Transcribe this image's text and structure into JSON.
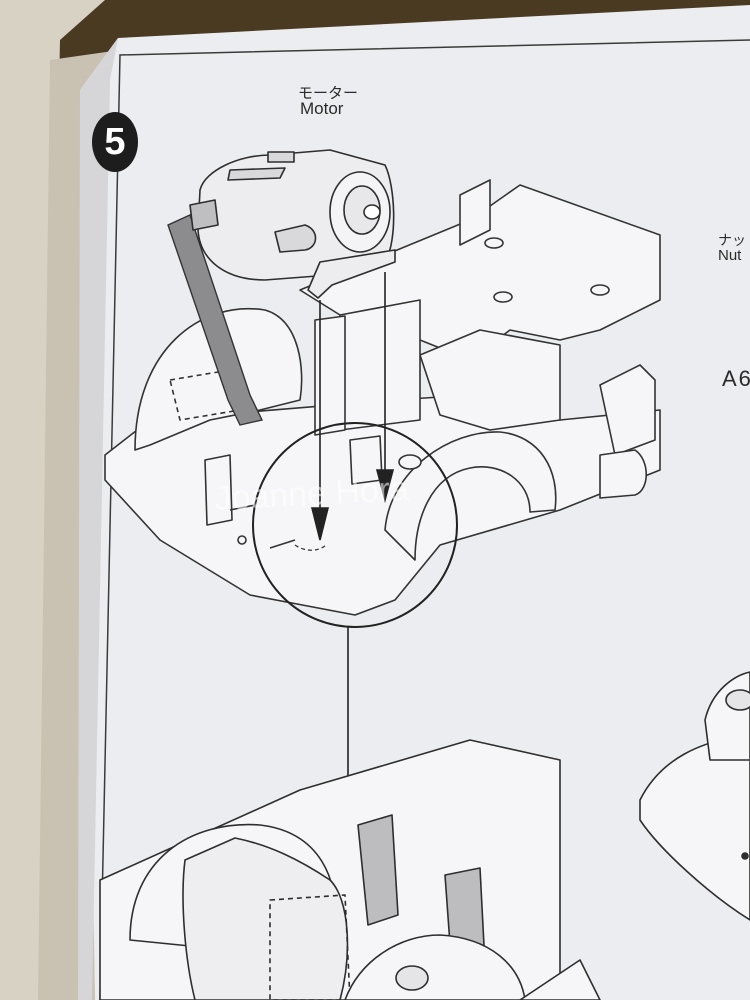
{
  "step": {
    "number": "5"
  },
  "motor": {
    "label_jp": "モーター",
    "label_en": "Motor"
  },
  "nut": {
    "label_jp": "ナット",
    "label_en": "Nut"
  },
  "part_code": "A6",
  "watermark": "Joanne Hora"
}
